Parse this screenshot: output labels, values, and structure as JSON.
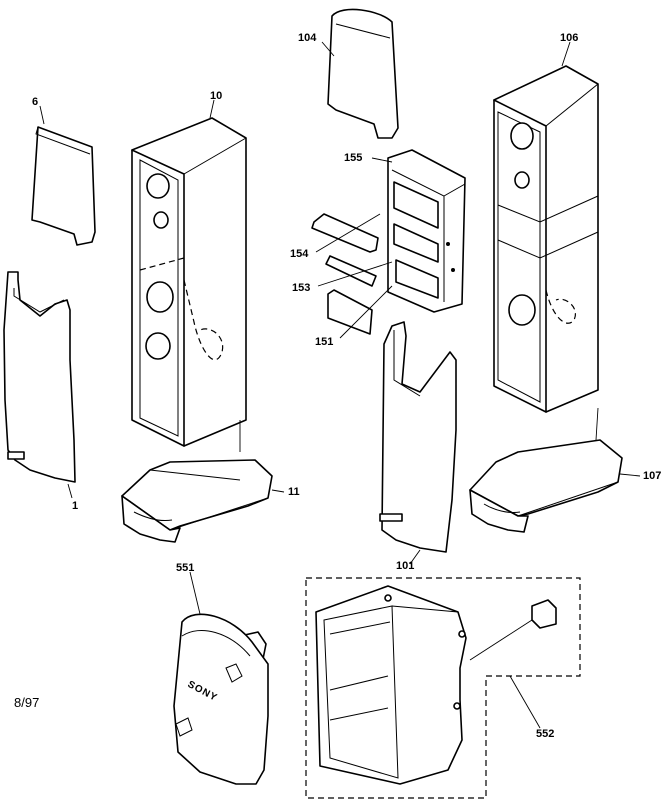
{
  "diagram": {
    "labels": {
      "p1": "1",
      "p6": "6",
      "p10": "10",
      "p11": "11",
      "p101": "101",
      "p104": "104",
      "p106": "106",
      "p107": "107",
      "p151": "151",
      "p153": "153",
      "p154": "154",
      "p155": "155",
      "p551": "551",
      "p552": "552"
    },
    "brand_mark": "SONY",
    "date_code": "8/97"
  }
}
